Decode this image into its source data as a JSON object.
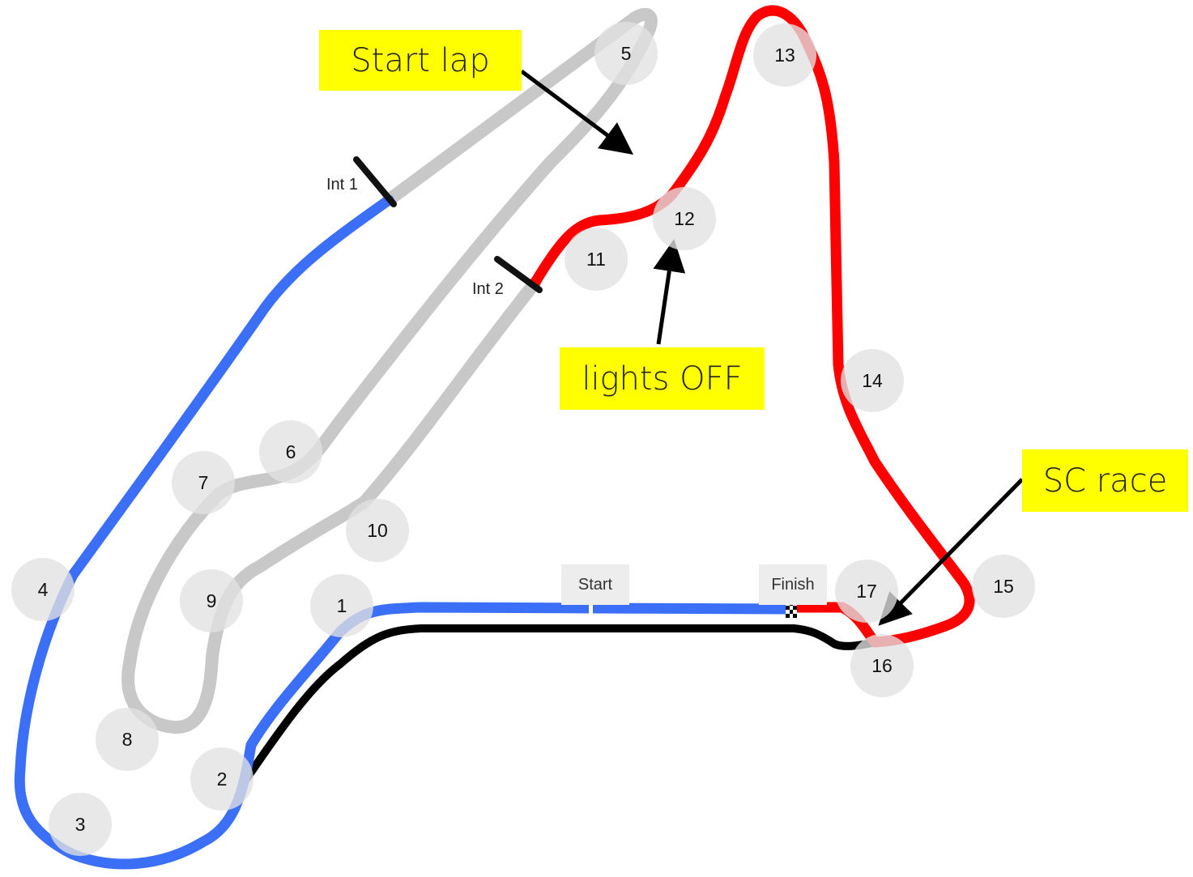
{
  "callouts": {
    "start_lap": "Start lap",
    "lights_off": "lights OFF",
    "sc_race": "SC race"
  },
  "markers": {
    "int1": "Int 1",
    "int2": "Int 2",
    "start": "Start",
    "finish": "Finish"
  },
  "turns": [
    "1",
    "2",
    "3",
    "4",
    "5",
    "6",
    "7",
    "8",
    "9",
    "10",
    "11",
    "12",
    "13",
    "14",
    "15",
    "16",
    "17"
  ],
  "colors": {
    "sector_blue": "#3b6ff7",
    "sector_grey": "#c8c8c8",
    "sector_red": "#ff0000",
    "pit_lane_black": "#000000",
    "callout_yellow": "#ffff00"
  }
}
